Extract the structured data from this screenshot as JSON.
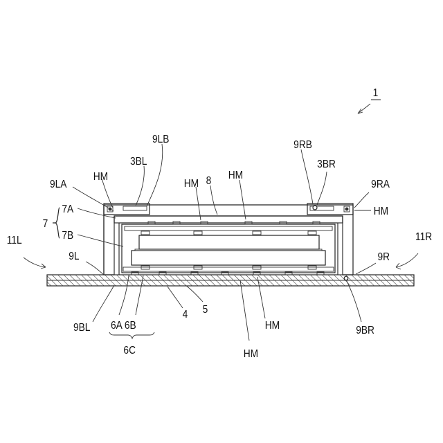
{
  "figure": {
    "labels": {
      "ref_1": "1",
      "L9LB": "9LB",
      "L3BL": "3BL",
      "L9RB": "9RB",
      "L3BR": "3BR",
      "HM_left_top": "HM",
      "HM_center_a": "HM",
      "L8": "8",
      "HM_center_b": "HM",
      "L9LA": "9LA",
      "L9RA": "9RA",
      "HM_right": "HM",
      "L7": "7",
      "L7A": "7A",
      "L7B": "7B",
      "L11L": "11L",
      "L9L": "9L",
      "L11R": "11R",
      "L9R": "9R",
      "L9BL": "9BL",
      "L6A6B": "6A 6B",
      "L4": "4",
      "L5": "5",
      "HM_bottom_a": "HM",
      "L9BR": "9BR",
      "L6C": "6C",
      "HM_bottom_b": "HM"
    }
  }
}
